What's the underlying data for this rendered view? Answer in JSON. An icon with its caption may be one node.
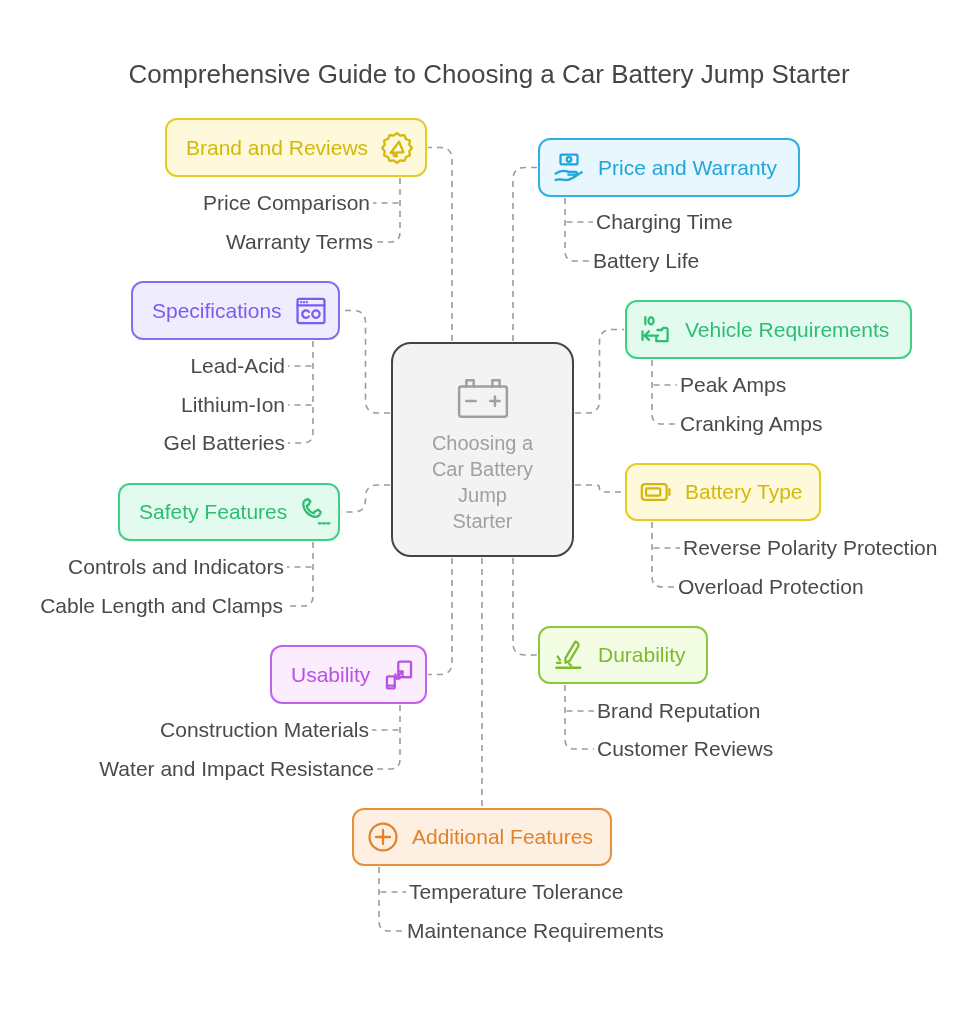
{
  "diagram": {
    "title": "Comprehensive Guide to Choosing a Car Battery Jump Starter",
    "nodes": [
      {
        "text": [
          "Choosing a Car Battery Jump Starter"
        ]
      },
      {
        "text": [
          "Brand and Reviews"
        ]
      },
      {
        "text": [
          "Price Comparison"
        ]
      },
      {
        "text": [
          "Warranty Terms"
        ]
      },
      {
        "text": [
          "Price and Warranty"
        ]
      },
      {
        "text": [
          "Charging Time"
        ]
      },
      {
        "text": [
          "Battery Life"
        ]
      },
      {
        "text": [
          "Specifications"
        ]
      },
      {
        "text": [
          "Lead-Acid"
        ]
      },
      {
        "text": [
          "Lithium-Ion"
        ]
      },
      {
        "text": [
          "Gel Batteries"
        ]
      },
      {
        "text": [
          "Vehicle Requirements"
        ]
      },
      {
        "text": [
          "Peak Amps"
        ]
      },
      {
        "text": [
          "Cranking Amps"
        ]
      },
      {
        "text": [
          "Safety Features"
        ]
      },
      {
        "text": [
          "Controls and Indicators"
        ]
      },
      {
        "text": [
          "Cable Length and Clamps"
        ]
      },
      {
        "text": [
          "Battery Type"
        ]
      },
      {
        "text": [
          "Reverse Polarity Protection"
        ]
      },
      {
        "text": [
          "Overload Protection"
        ]
      },
      {
        "text": [
          "Usability"
        ]
      },
      {
        "text": [
          "Construction Materials"
        ]
      },
      {
        "text": [
          "Water and Impact Resistance"
        ]
      },
      {
        "text": [
          "Durability"
        ]
      },
      {
        "text": [
          "Brand Reputation"
        ]
      },
      {
        "text": [
          "Customer Reviews"
        ]
      },
      {
        "text": [
          "Additional Features"
        ]
      },
      {
        "text": [
          "Temperature Tolerance"
        ]
      },
      {
        "text": [
          "Maintenance Requirements"
        ]
      }
    ],
    "edges": [
      {
        "from": 0,
        "to": 1,
        "arrow": "none",
        "style": "dashed"
      },
      {
        "from": 1,
        "to": 2,
        "arrow": "none",
        "style": "dashed"
      },
      {
        "from": 1,
        "to": 3,
        "arrow": "none",
        "style": "dashed"
      },
      {
        "from": 0,
        "to": 4,
        "arrow": "none",
        "style": "dashed"
      },
      {
        "from": 4,
        "to": 5,
        "arrow": "none",
        "style": "dashed"
      },
      {
        "from": 4,
        "to": 6,
        "arrow": "none",
        "style": "dashed"
      },
      {
        "from": 0,
        "to": 7,
        "arrow": "none",
        "style": "dashed"
      },
      {
        "from": 7,
        "to": 8,
        "arrow": "none",
        "style": "dashed"
      },
      {
        "from": 7,
        "to": 9,
        "arrow": "none",
        "style": "dashed"
      },
      {
        "from": 7,
        "to": 10,
        "arrow": "none",
        "style": "dashed"
      },
      {
        "from": 0,
        "to": 11,
        "arrow": "none",
        "style": "dashed"
      },
      {
        "from": 11,
        "to": 12,
        "arrow": "none",
        "style": "dashed"
      },
      {
        "from": 11,
        "to": 13,
        "arrow": "none",
        "style": "dashed"
      },
      {
        "from": 0,
        "to": 14,
        "arrow": "none",
        "style": "dashed"
      },
      {
        "from": 14,
        "to": 15,
        "arrow": "none",
        "style": "dashed"
      },
      {
        "from": 14,
        "to": 16,
        "arrow": "none",
        "style": "dashed"
      },
      {
        "from": 0,
        "to": 17,
        "arrow": "none",
        "style": "dashed"
      },
      {
        "from": 17,
        "to": 18,
        "arrow": "none",
        "style": "dashed"
      },
      {
        "from": 17,
        "to": 19,
        "arrow": "none",
        "style": "dashed"
      },
      {
        "from": 0,
        "to": 20,
        "arrow": "none",
        "style": "dashed"
      },
      {
        "from": 20,
        "to": 21,
        "arrow": "none",
        "style": "dashed"
      },
      {
        "from": 20,
        "to": 22,
        "arrow": "none",
        "style": "dashed"
      },
      {
        "from": 0,
        "to": 23,
        "arrow": "none",
        "style": "dashed"
      },
      {
        "from": 23,
        "to": 24,
        "arrow": "none",
        "style": "dashed"
      },
      {
        "from": 23,
        "to": 25,
        "arrow": "none",
        "style": "dashed"
      },
      {
        "from": 0,
        "to": 26,
        "arrow": "none",
        "style": "dashed"
      },
      {
        "from": 26,
        "to": 27,
        "arrow": "none",
        "style": "dashed"
      },
      {
        "from": 26,
        "to": 28,
        "arrow": "none",
        "style": "dashed"
      }
    ]
  }
}
